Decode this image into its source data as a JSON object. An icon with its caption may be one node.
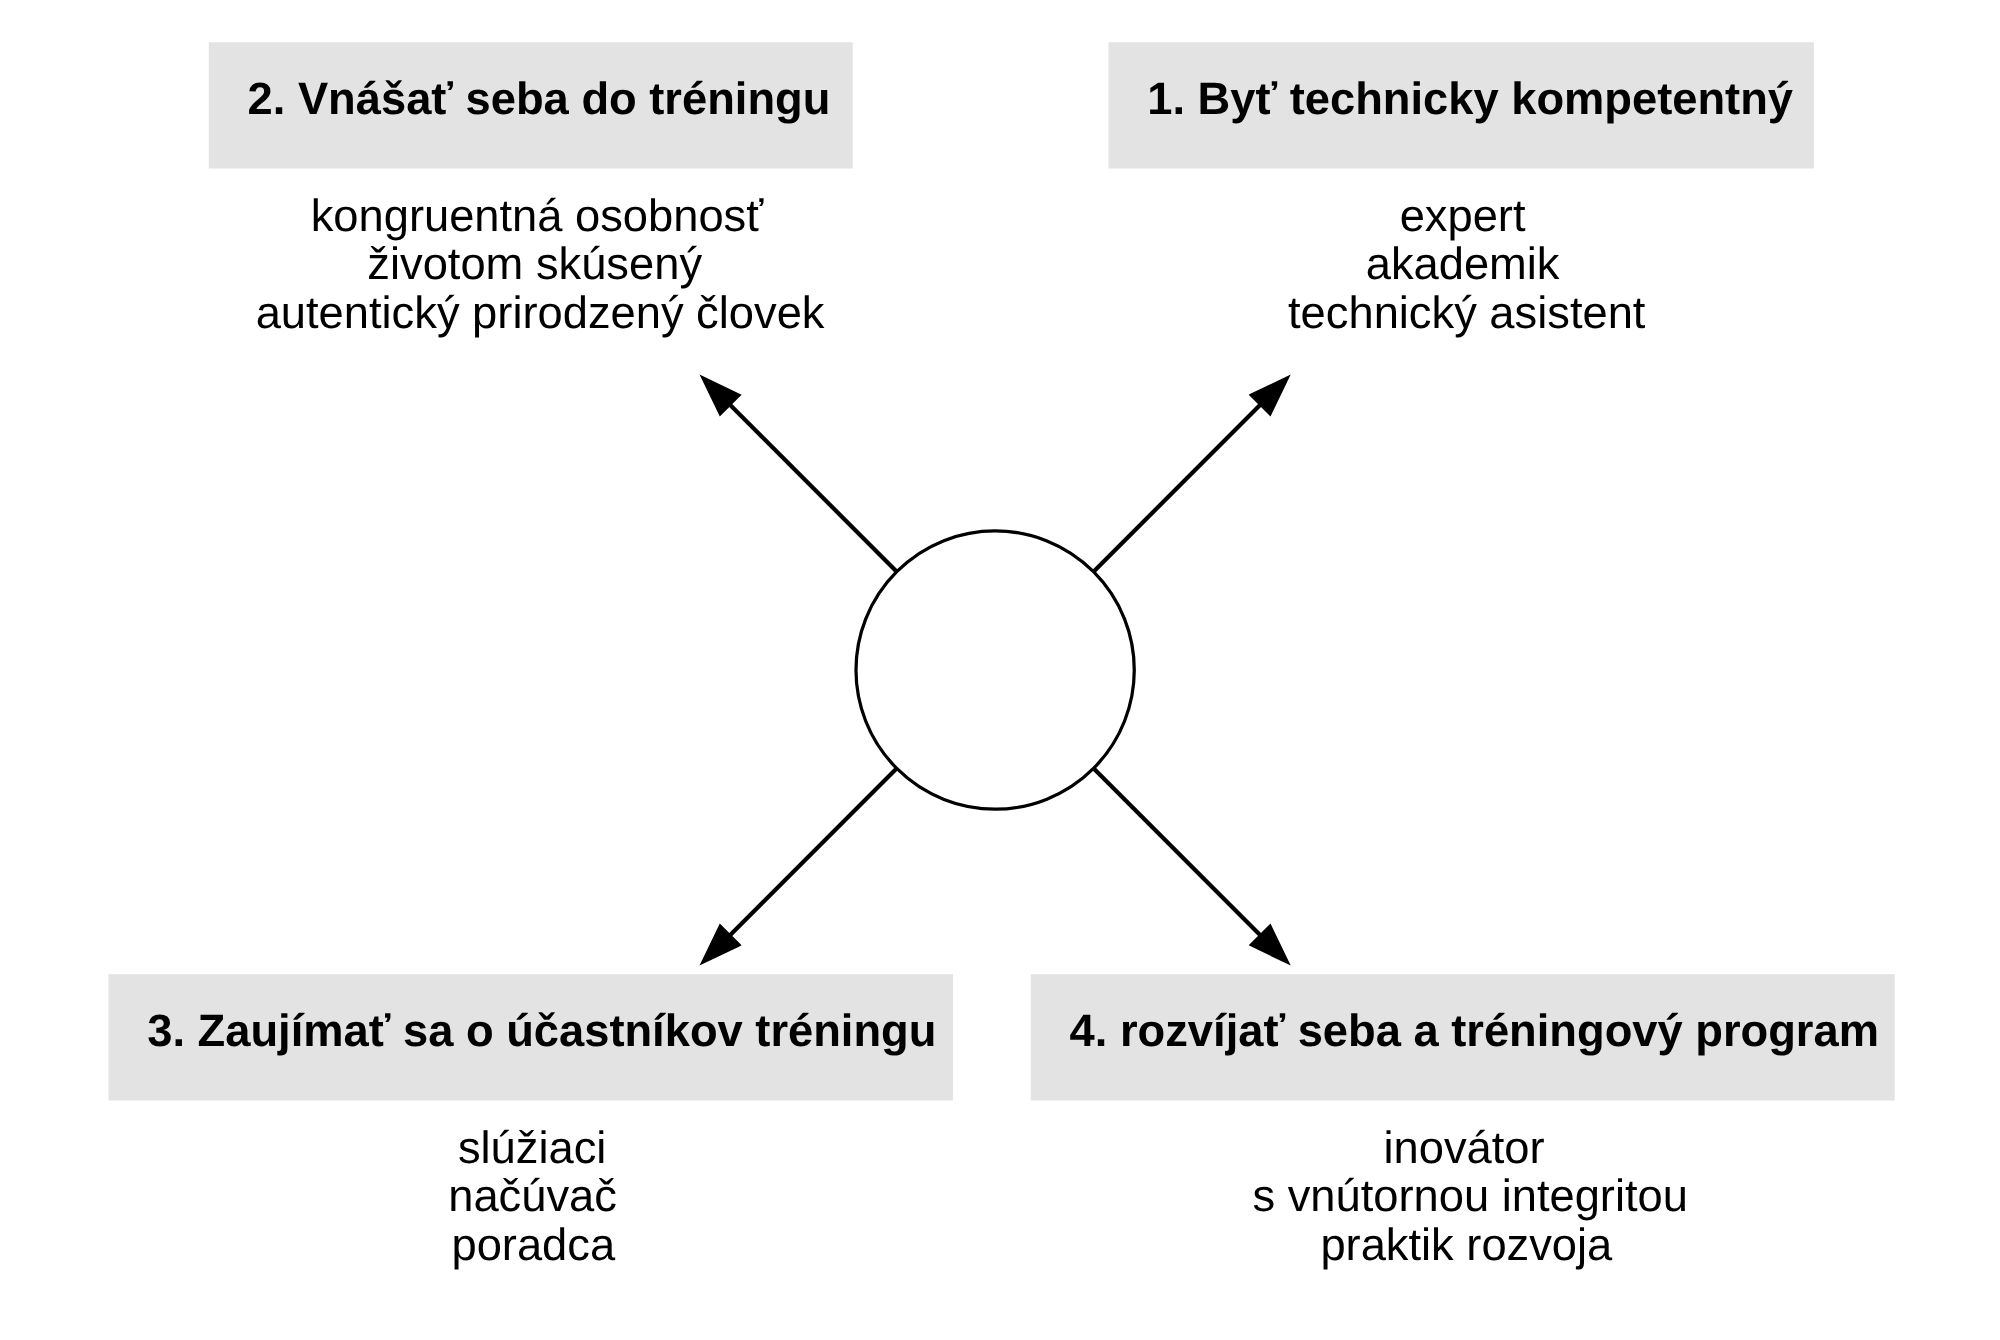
{
  "diagram": {
    "nodes": [
      {
        "text": [
          "1. Byť technicky kompetentný"
        ],
        "beside": [
          "expert",
          "akademik",
          "technický asistent"
        ]
      },
      {
        "text": [
          "2. Vnášať seba do tréningu"
        ],
        "beside": [
          "kongruentná osobnosť",
          "životom skúsený",
          "autentický prirodzený človek"
        ]
      },
      {
        "text": [
          "3. Zaujímať sa o účastníkov tréningu"
        ],
        "beside": [
          "slúžiaci",
          "načúvač",
          "poradca"
        ]
      },
      {
        "text": [
          "4. rozvíjať seba a tréningový program"
        ],
        "beside": [
          "inovátor",
          "s vnútornou integritou",
          "praktik rozvoja"
        ]
      },
      {
        "text": [],
        "shape": "circle"
      }
    ],
    "edges": [
      {
        "from": 4,
        "to": 0,
        "arrow": "to"
      },
      {
        "from": 4,
        "to": 1,
        "arrow": "to"
      },
      {
        "from": 4,
        "to": 2,
        "arrow": "to"
      },
      {
        "from": 4,
        "to": 3,
        "arrow": "to"
      }
    ]
  }
}
